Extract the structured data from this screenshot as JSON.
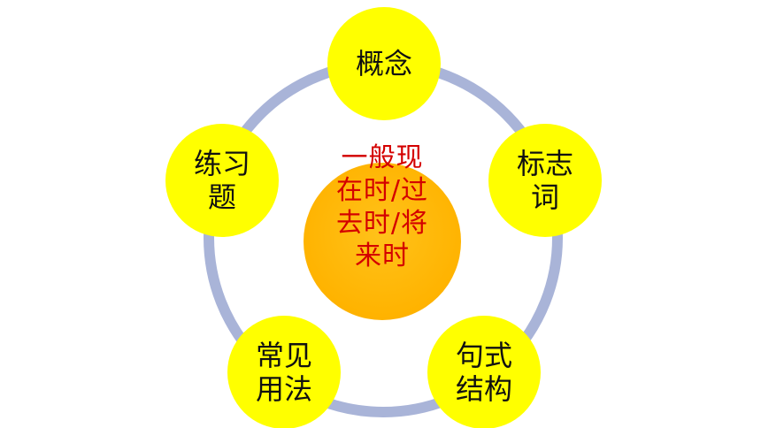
{
  "diagram": {
    "center": "一般现在时/过去时/将来时",
    "nodes": [
      "概念",
      "标志词",
      "句式结构",
      "常见用法",
      "练习题"
    ]
  },
  "colors": {
    "ring": "#a9b4d8",
    "center_fill": "#ffb300",
    "center_text": "#d40000",
    "node_fill": "#ffff00",
    "node_text": "#111111"
  }
}
